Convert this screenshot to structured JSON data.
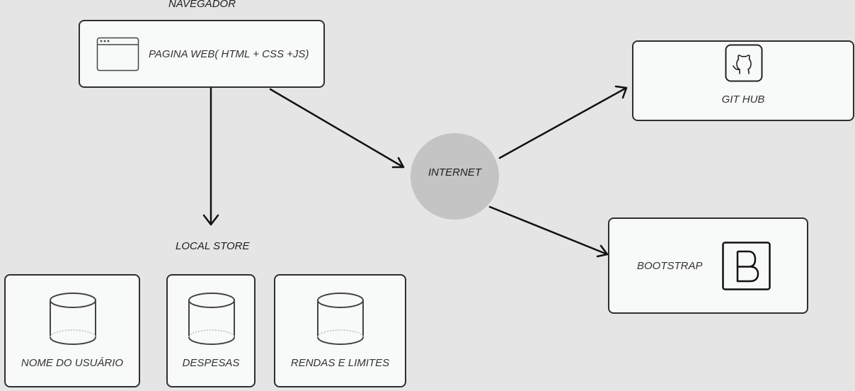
{
  "navegador": {
    "title": "NAVEGADOR",
    "web_page_label": "PAGINA WEB( HTML + CSS +JS)",
    "browser_icon": "browser-window-icon"
  },
  "local_store": {
    "title": "LOCAL STORE",
    "items": [
      {
        "label": "NOME DO USUÁRIO",
        "icon": "database-icon"
      },
      {
        "label": "DESPESAS",
        "icon": "database-icon"
      },
      {
        "label": "RENDAS E LIMITES",
        "icon": "database-icon"
      }
    ]
  },
  "internet": {
    "label": "INTERNET"
  },
  "github": {
    "label": "GIT HUB",
    "icon": "github-icon"
  },
  "bootstrap": {
    "label": "BOOTSTRAP",
    "icon": "bootstrap-icon"
  },
  "colors": {
    "background": "#e5e5e5",
    "box_fill": "#f8f9f9",
    "stroke": "#2f2f2f",
    "internet_fill": "#c4c4c4"
  }
}
